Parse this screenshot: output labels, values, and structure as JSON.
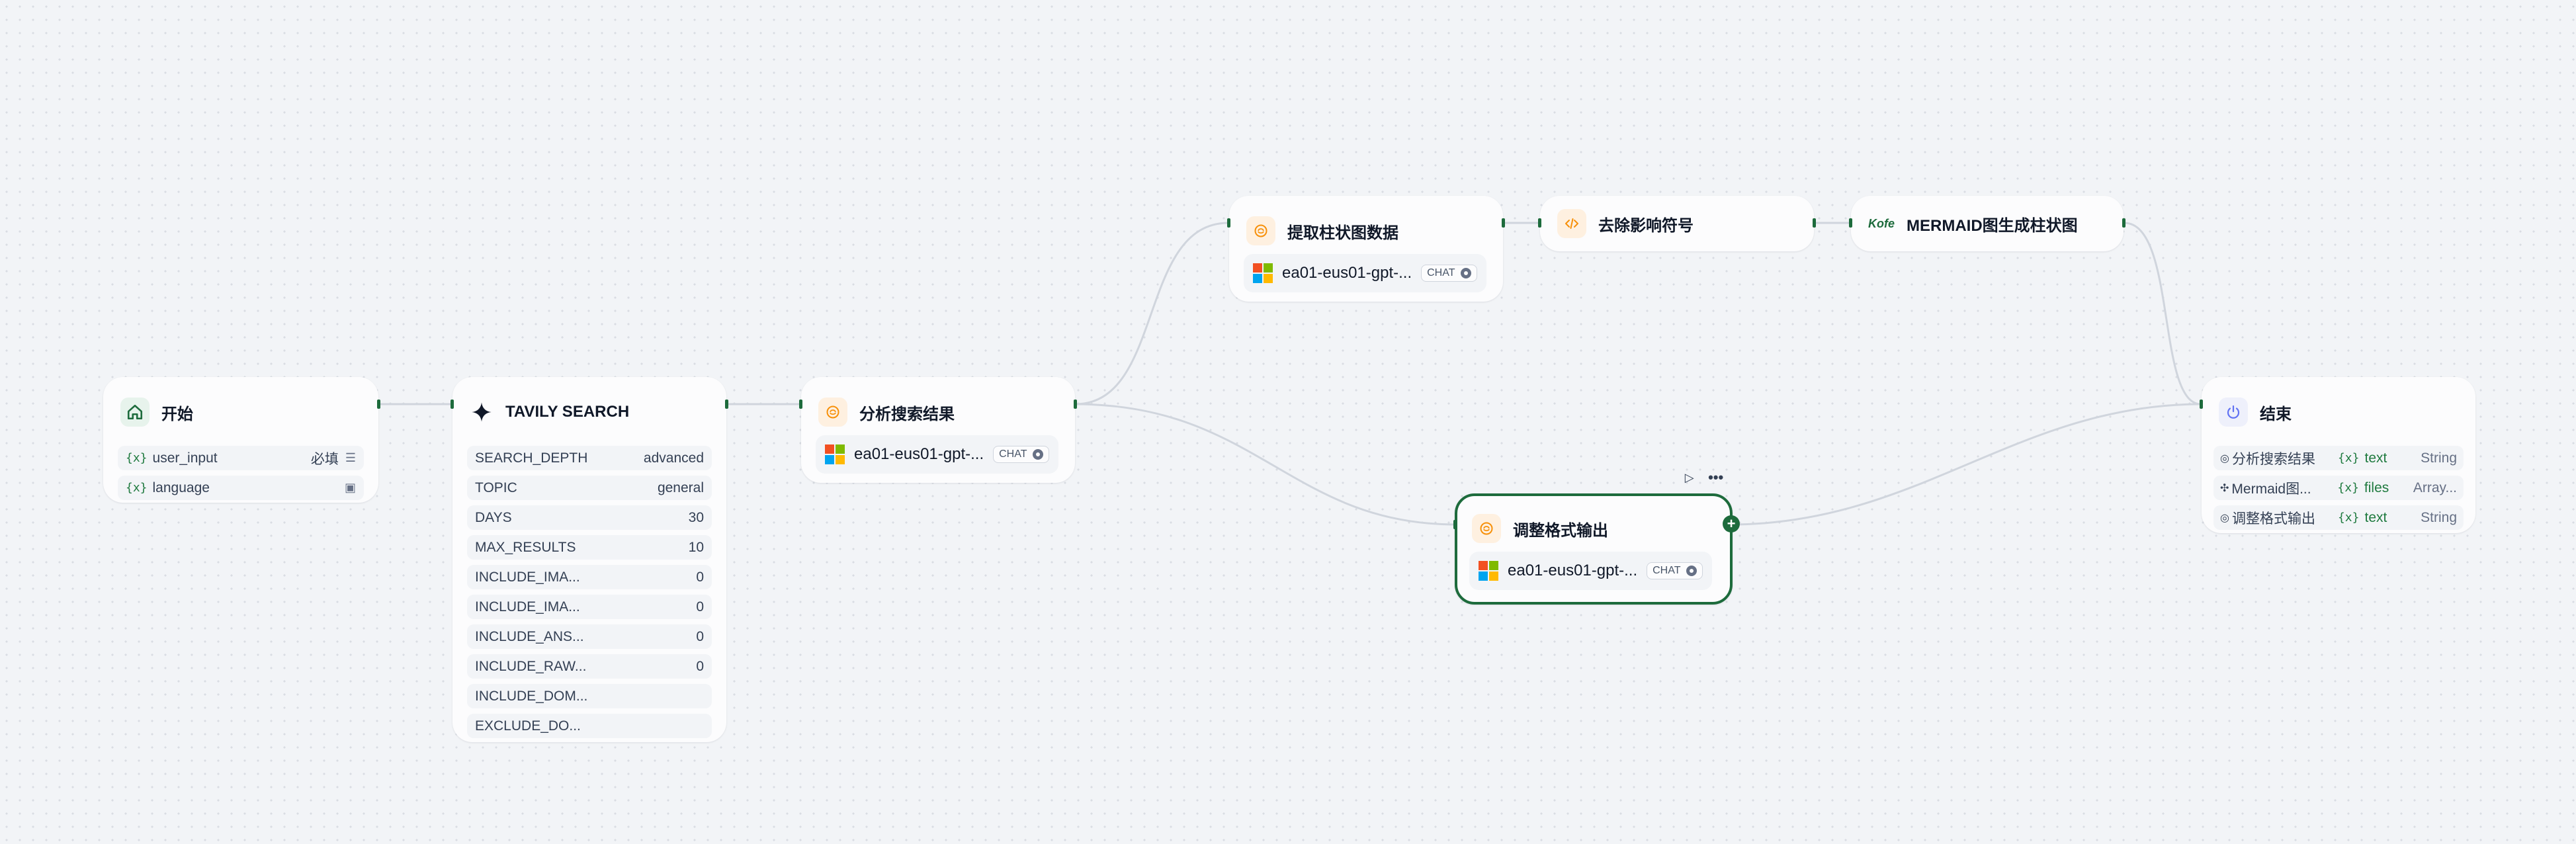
{
  "colors": {
    "accent": "#1d6b3c",
    "var_green": "#1f7a3f",
    "llm_orange": "#f79009"
  },
  "nodes": {
    "start": {
      "title": "开始",
      "vars": [
        {
          "name": "user_input",
          "flag": "必填"
        },
        {
          "name": "language"
        }
      ]
    },
    "tavily": {
      "title": "TAVILY SEARCH",
      "params": [
        {
          "key": "SEARCH_DEPTH",
          "value": "advanced"
        },
        {
          "key": "TOPIC",
          "value": "general"
        },
        {
          "key": "DAYS",
          "value": "30"
        },
        {
          "key": "MAX_RESULTS",
          "value": "10"
        },
        {
          "key": "INCLUDE_IMA...",
          "value": "0"
        },
        {
          "key": "INCLUDE_IMA...",
          "value": "0"
        },
        {
          "key": "INCLUDE_ANS...",
          "value": "0"
        },
        {
          "key": "INCLUDE_RAW...",
          "value": "0"
        },
        {
          "key": "INCLUDE_DOM...",
          "value": ""
        },
        {
          "key": "EXCLUDE_DO...",
          "value": ""
        }
      ]
    },
    "analyze": {
      "title": "分析搜索结果",
      "model": "ea01-eus01-gpt-...",
      "badge": "CHAT"
    },
    "extract": {
      "title": "提取柱状图数据",
      "model": "ea01-eus01-gpt-...",
      "badge": "CHAT"
    },
    "strip": {
      "title": "去除影响符号"
    },
    "mermaid": {
      "title": "MERMAID图生成柱状图",
      "logo": "Kofe"
    },
    "format": {
      "title": "调整格式输出",
      "model": "ea01-eus01-gpt-...",
      "badge": "CHAT"
    },
    "end": {
      "title": "结束",
      "outputs": [
        {
          "source": "分析搜索结果",
          "var": "text",
          "type": "String"
        },
        {
          "source": "Mermaid图...",
          "var": "files",
          "type": "Array..."
        },
        {
          "source": "调整格式输出",
          "var": "text",
          "type": "String"
        }
      ]
    }
  },
  "var_glyph": "{x}"
}
